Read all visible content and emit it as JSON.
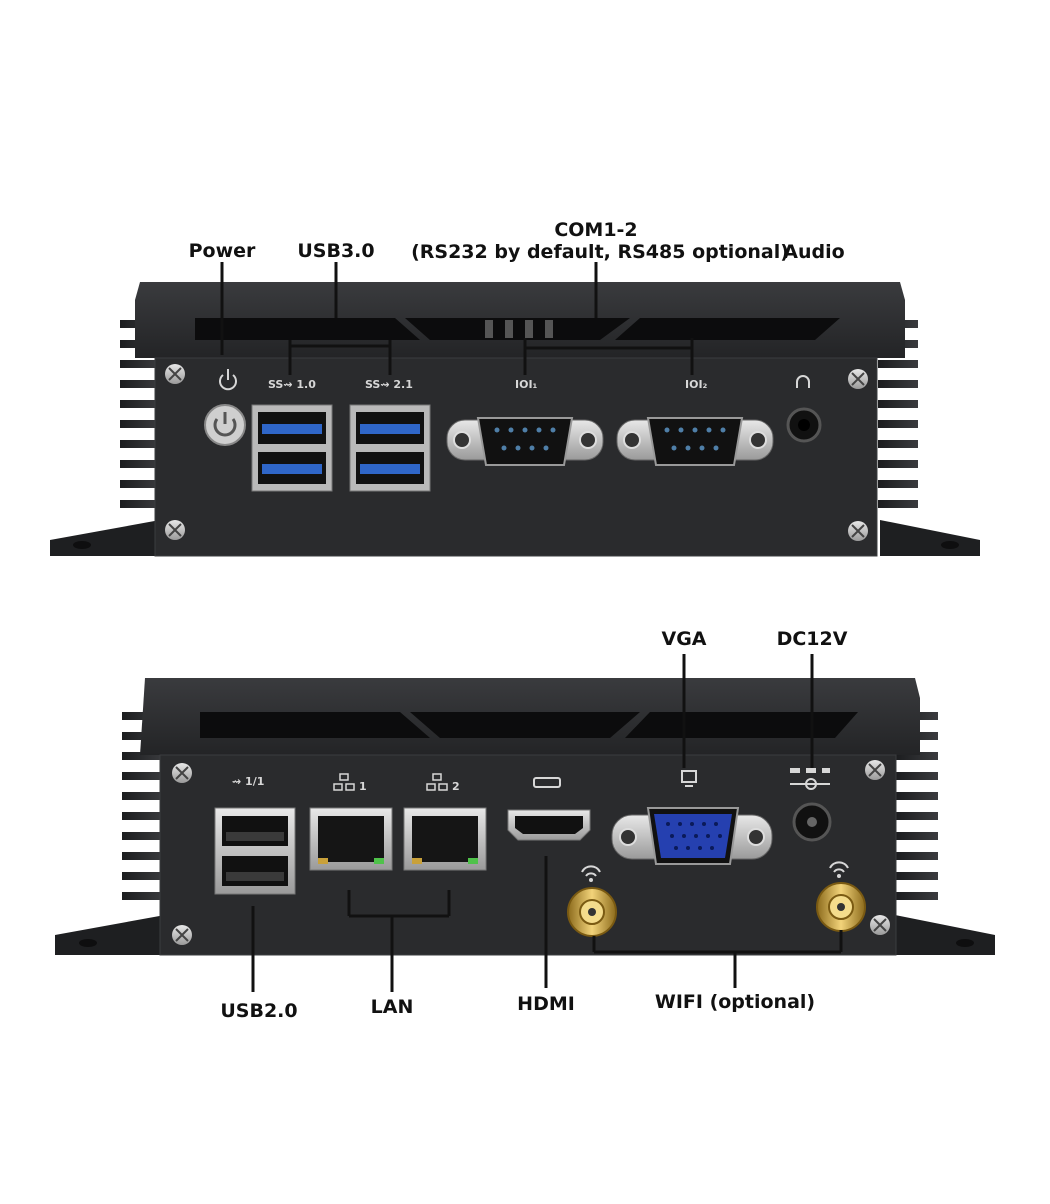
{
  "front_panel": {
    "labels": {
      "power": "Power",
      "usb3": "USB3.0",
      "com_title": "COM1-2",
      "com_subtitle": "(RS232 by default, RS485 optional)",
      "audio": "Audio"
    },
    "silkscreen": {
      "usb3_a": "SS⇝ 1.0",
      "usb3_b": "SS⇝ 2.1",
      "com1": "IOI₁",
      "com2": "IOI₂"
    }
  },
  "rear_panel": {
    "labels": {
      "vga": "VGA",
      "dc": "DC12V",
      "usb2": "USB2.0",
      "lan": "LAN",
      "hdmi": "HDMI",
      "wifi": "WIFI (optional)"
    },
    "silkscreen": {
      "usb2": "⇝ 1/1",
      "lan1": "1",
      "lan2": "2"
    }
  },
  "colors": {
    "chassis": "#2b2c2e",
    "usb3_blue": "#2f66c8",
    "vga_blue": "#2540b0",
    "antenna_gold": "#c9a13a",
    "led_green": "#4fc24a"
  }
}
